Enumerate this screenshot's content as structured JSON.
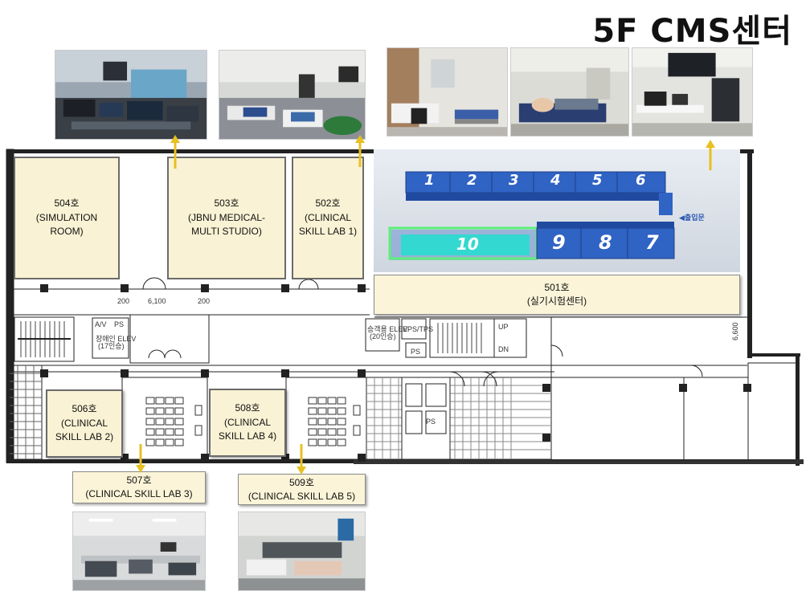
{
  "title": "5F  CMS센터",
  "rooms": {
    "r504": {
      "label": "504호\n(SIMULATION\nROOM)"
    },
    "r503": {
      "label": "503호\n(JBNU MEDICAL-\nMULTI STUDIO)"
    },
    "r502": {
      "label": "502호\n(CLINICAL\nSKILL LAB 1)"
    },
    "r501": {
      "label": "501호\n(실기시험센터)"
    },
    "r506": {
      "label": "506호\n(CLINICAL\nSKILL LAB 2)"
    },
    "r508": {
      "label": "508호\n(CLINICAL\nSKILL LAB 4)"
    },
    "r507": {
      "label": "507호\n(CLINICAL SKILL LAB 3)"
    },
    "r509": {
      "label": "509호\n(CLINICAL SKILL LAB 5)"
    }
  },
  "stations": {
    "top": [
      "1",
      "2",
      "3",
      "4",
      "5",
      "6"
    ],
    "bottom": [
      "10",
      "9",
      "8",
      "7"
    ],
    "entrance": "◀출입문"
  },
  "plan_text": {
    "dim_6100": "6,100",
    "dim_6600": "6,600",
    "dim_200a": "200",
    "dim_200b": "200",
    "av": "A/V",
    "ps": "PS",
    "elev_left": "장애인 ELEV\n(17인승)",
    "elev_right": "승객용 ELEV\n(20인승)",
    "eps": "EPS/TPS",
    "ps2": "PS",
    "ps3": "PS",
    "up": "UP",
    "dn": "DN"
  },
  "colors": {
    "room_fill": "#f9f2d4",
    "arrow": "#e8c020",
    "station_blue": "#2f63c4",
    "station_cyan": "#33d9d0"
  }
}
